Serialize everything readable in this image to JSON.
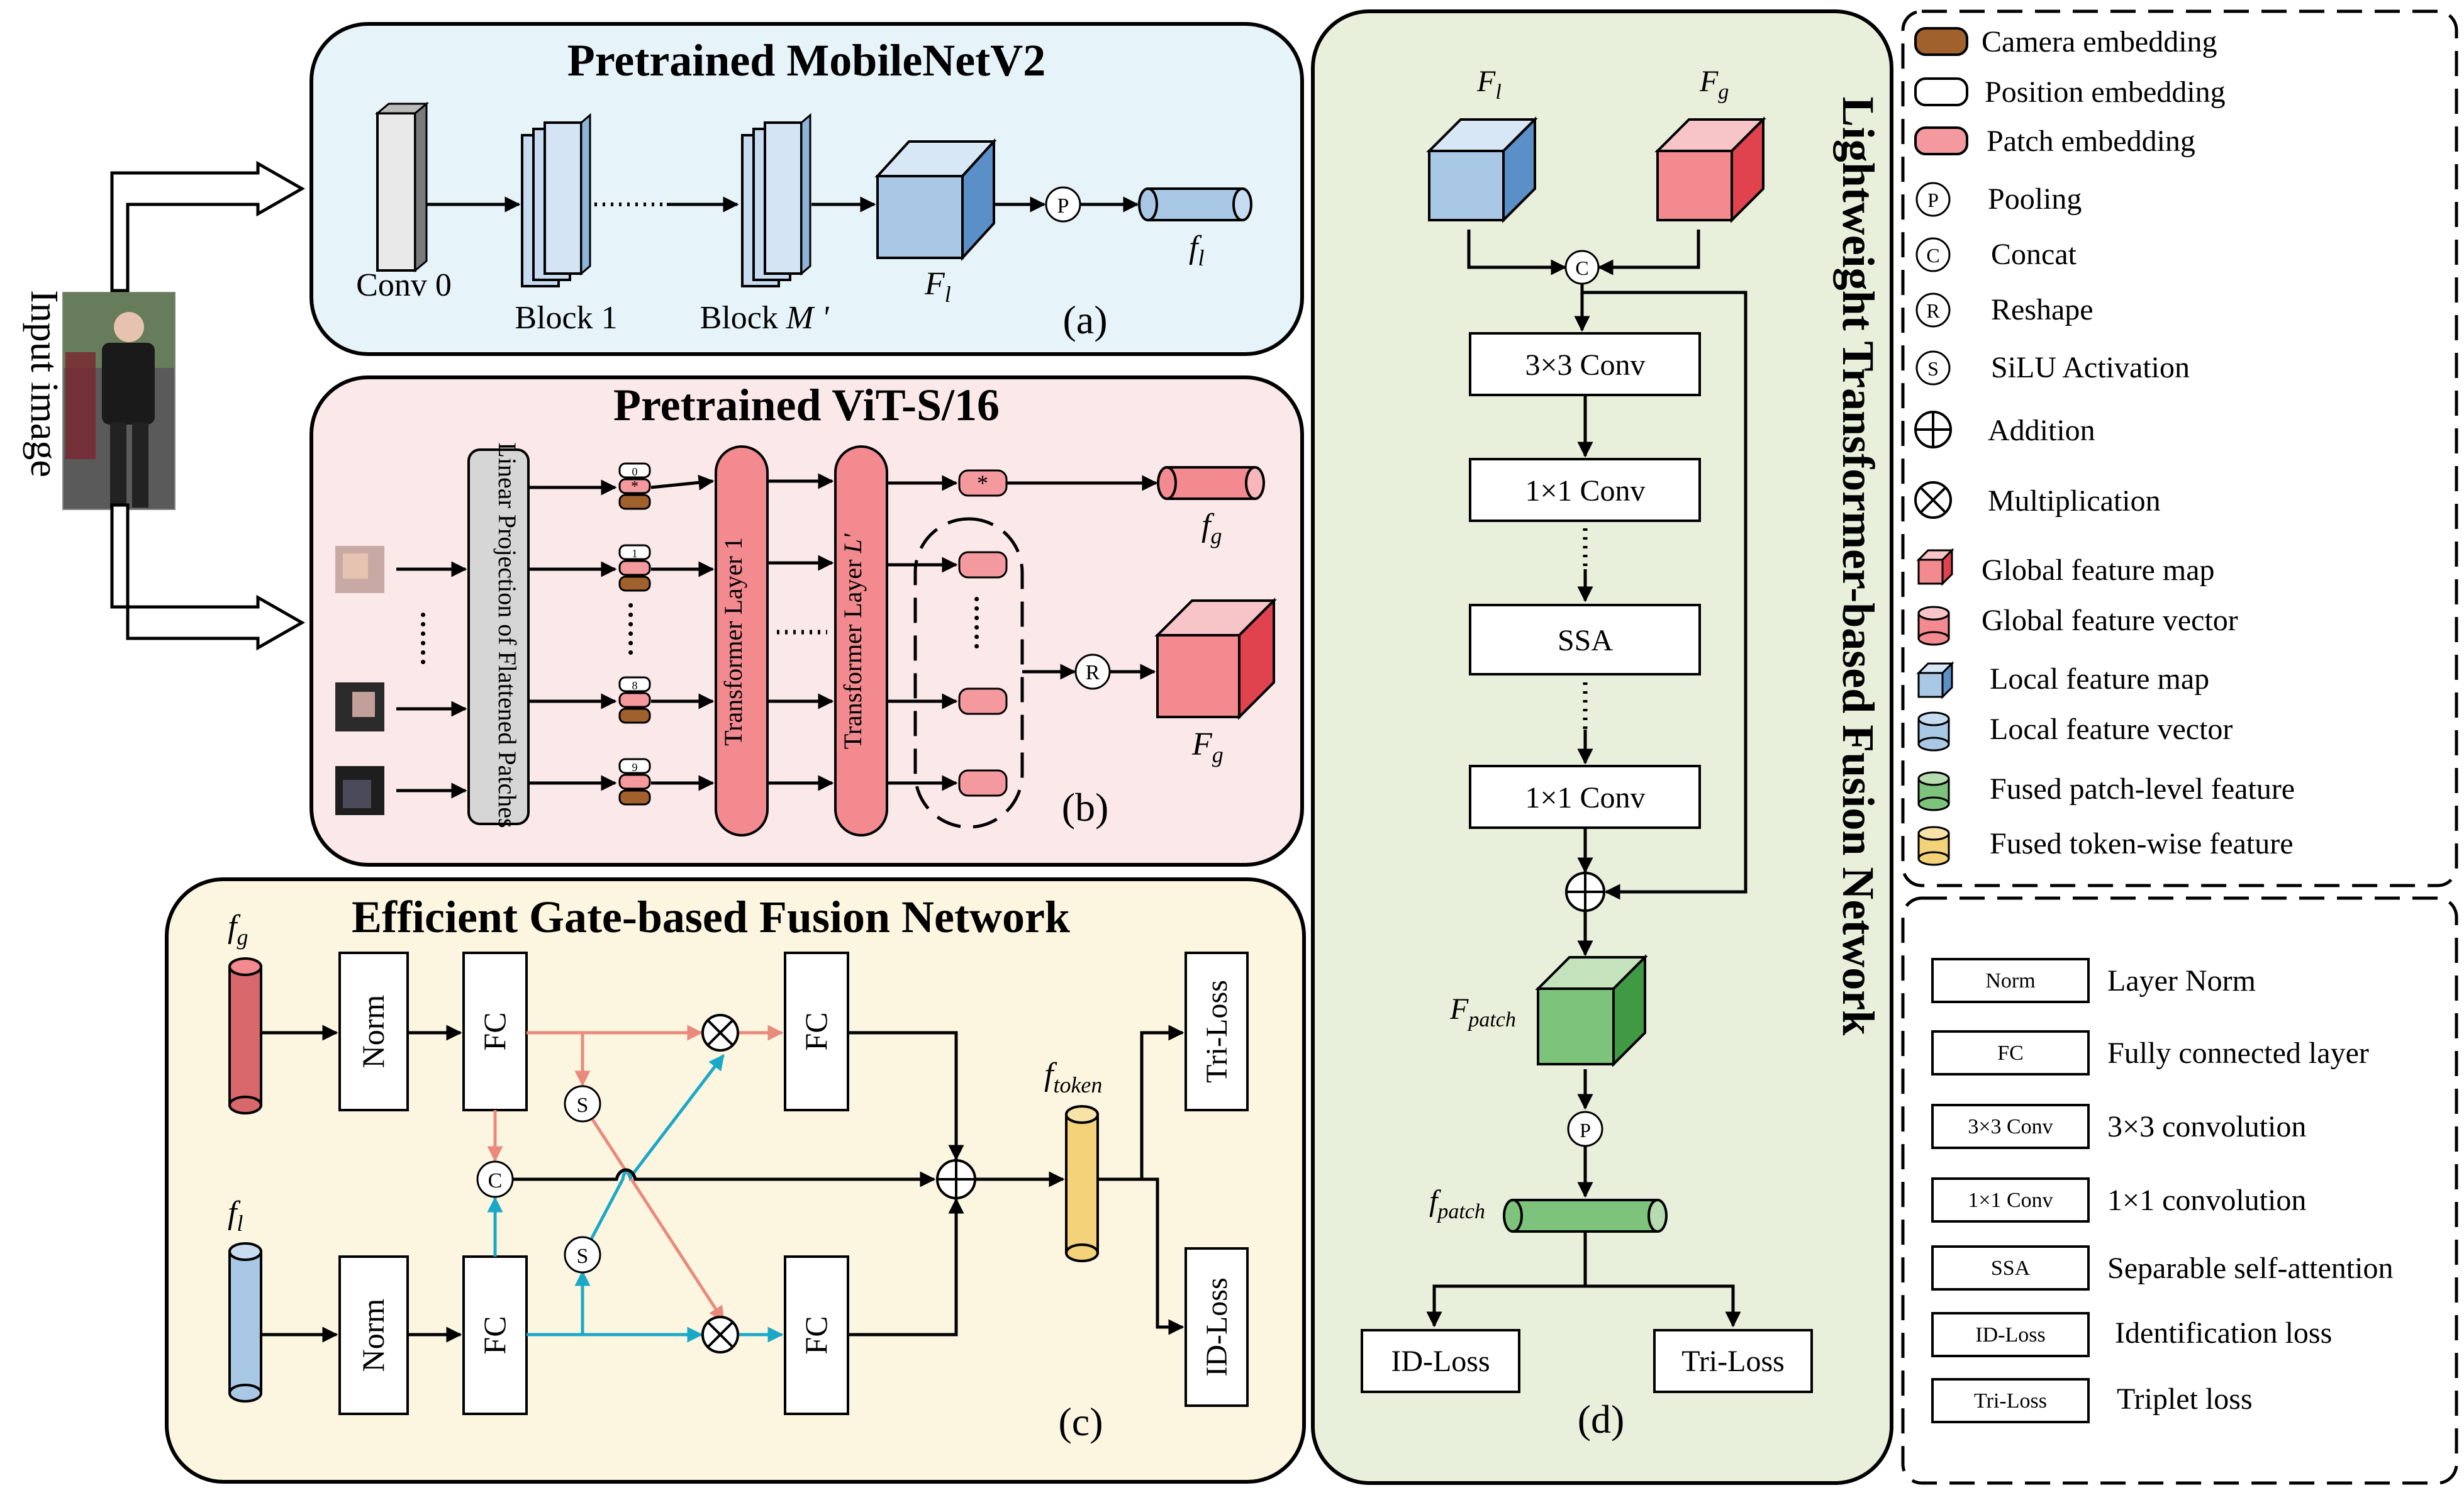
{
  "input_label": "Input image",
  "panel_a": {
    "title": "Pretrained MobileNetV2",
    "tag": "(a)",
    "conv0": "Conv 0",
    "block1": "Block 1",
    "blockM_main": "Block ",
    "blockM_var": "M '",
    "Fl_main": "F",
    "Fl_sub": "l",
    "fl_main": "f",
    "fl_sub": "l",
    "pool": "P"
  },
  "panel_b": {
    "title": "Pretrained ViT-S/16",
    "tag": "(b)",
    "linear_proj": "Linear Projection of Flattened Patches",
    "transformer1": "Transformer Layer 1",
    "transformerL_main": "Transformer Layer ",
    "transformerL_var": "L'",
    "token_labels": [
      "0",
      "1",
      "8",
      "9"
    ],
    "cls_mark": "*",
    "reshape": "R",
    "fg_main": "f",
    "fg_sub": "g",
    "Fg_main": "F",
    "Fg_sub": "g"
  },
  "panel_c": {
    "title": "Efficient Gate-based Fusion Network",
    "tag": "(c)",
    "fg_main": "f",
    "fg_sub": "g",
    "fl_main": "f",
    "fl_sub": "l",
    "norm": "Norm",
    "fc": "FC",
    "silu": "S",
    "concat": "C",
    "ftoken_main": "f",
    "ftoken_sub": "token",
    "tri_loss": "Tri-Loss",
    "id_loss": "ID-Loss"
  },
  "panel_d": {
    "title": "Lightweight Transformer-based Fusion Network",
    "tag": "(d)",
    "Fl_main": "F",
    "Fl_sub": "l",
    "Fg_main": "F",
    "Fg_sub": "g",
    "concat": "C",
    "conv3": "3×3 Conv",
    "conv1a": "1×1 Conv",
    "ssa": "SSA",
    "conv1b": "1×1 Conv",
    "Fpatch_main": "F",
    "Fpatch_sub": "patch",
    "pool": "P",
    "fpatch_main": "f",
    "fpatch_sub": "patch",
    "id_loss": "ID-Loss",
    "tri_loss": "Tri-Loss"
  },
  "legend1": [
    {
      "icon": "camera-embedding",
      "label": "Camera embedding"
    },
    {
      "icon": "position-embedding",
      "label": "Position embedding"
    },
    {
      "icon": "patch-embedding",
      "label": "Patch embedding"
    },
    {
      "icon": "P",
      "label": "Pooling"
    },
    {
      "icon": "C",
      "label": "Concat"
    },
    {
      "icon": "R",
      "label": "Reshape"
    },
    {
      "icon": "S",
      "label": "SiLU Activation"
    },
    {
      "icon": "addition",
      "label": "Addition"
    },
    {
      "icon": "multiplication",
      "label": "Multiplication"
    },
    {
      "icon": "global-map",
      "label": "Global feature map"
    },
    {
      "icon": "global-vector",
      "label": "Global feature vector"
    },
    {
      "icon": "local-map",
      "label": "Local feature map"
    },
    {
      "icon": "local-vector",
      "label": "Local feature vector"
    },
    {
      "icon": "fused-patch",
      "label": "Fused patch-level feature"
    },
    {
      "icon": "fused-token",
      "label": "Fused token-wise feature"
    }
  ],
  "legend2": [
    {
      "box": "Norm",
      "label": "Layer Norm"
    },
    {
      "box": "FC",
      "label": "Fully connected layer"
    },
    {
      "box": "3×3 Conv",
      "label": "3×3 convolution"
    },
    {
      "box": "1×1 Conv",
      "label": "1×1 convolution"
    },
    {
      "box": "SSA",
      "label": "Separable self-attention"
    },
    {
      "box": "ID-Loss",
      "label": "Identification loss"
    },
    {
      "box": "Tri-Loss",
      "label": "Triplet loss"
    }
  ],
  "colors": {
    "panel_a_bg": "#e6f3f9",
    "panel_b_bg": "#fbe9ea",
    "panel_c_bg": "#fcf6e1",
    "panel_d_bg": "#e8f0dc",
    "camera": "#a0612c",
    "patch": "#f49a9f",
    "global": "#f28a90",
    "local": "#a9c8e6",
    "fused_patch": "#7dc37b",
    "fused_token": "#f3d27a",
    "orange_arrow": "#ea8a7d",
    "cyan_arrow": "#1ba8c7"
  }
}
